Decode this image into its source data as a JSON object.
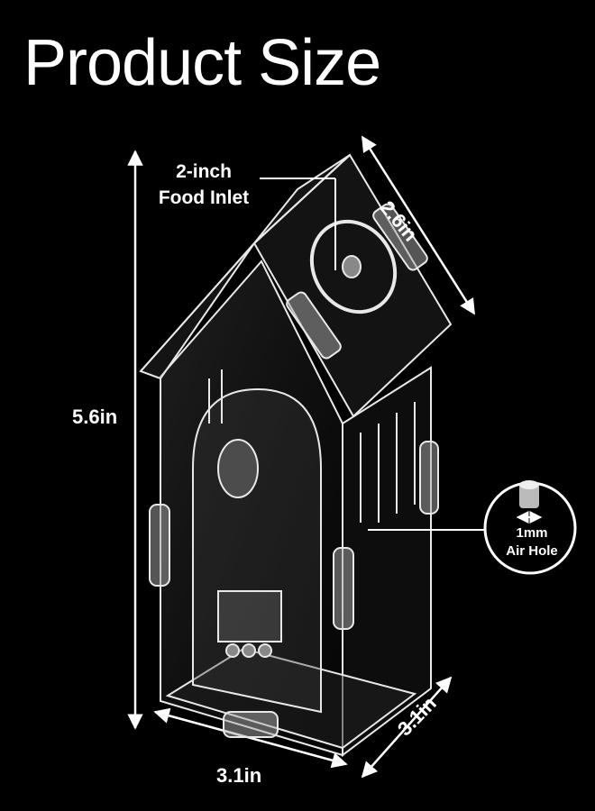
{
  "title": "Product Size",
  "labels": {
    "food_inlet_line1": "2-inch",
    "food_inlet_line2": "Food Inlet",
    "height": "5.6in",
    "width": "3.1in",
    "depth": "3.1in",
    "roof": "2.6in",
    "air_hole_size": "1mm",
    "air_hole_name": "Air Hole"
  },
  "colors": {
    "background": "#000000",
    "text": "#ffffff"
  }
}
